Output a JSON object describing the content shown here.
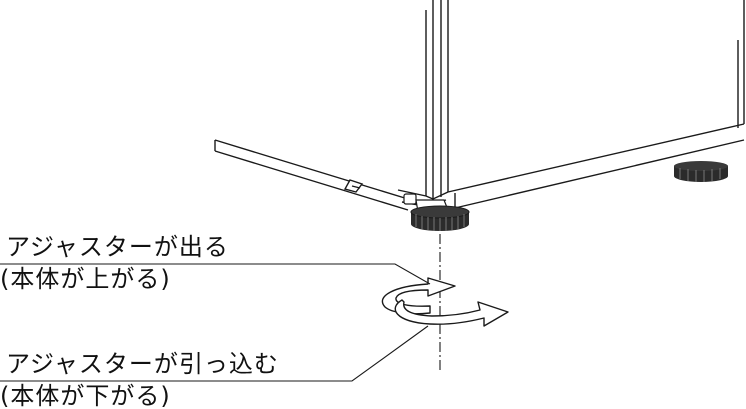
{
  "callouts": {
    "extend": {
      "line1": "アジャスターが出る",
      "line2": "(本体が上がる)"
    },
    "retract": {
      "line1": "アジャスターが引っ込む",
      "line2": "(本体が下がる)"
    }
  },
  "colors": {
    "ink": "#1a1a1a",
    "foot": "#2b2b2b",
    "arrow_fill": "#ffffff"
  }
}
